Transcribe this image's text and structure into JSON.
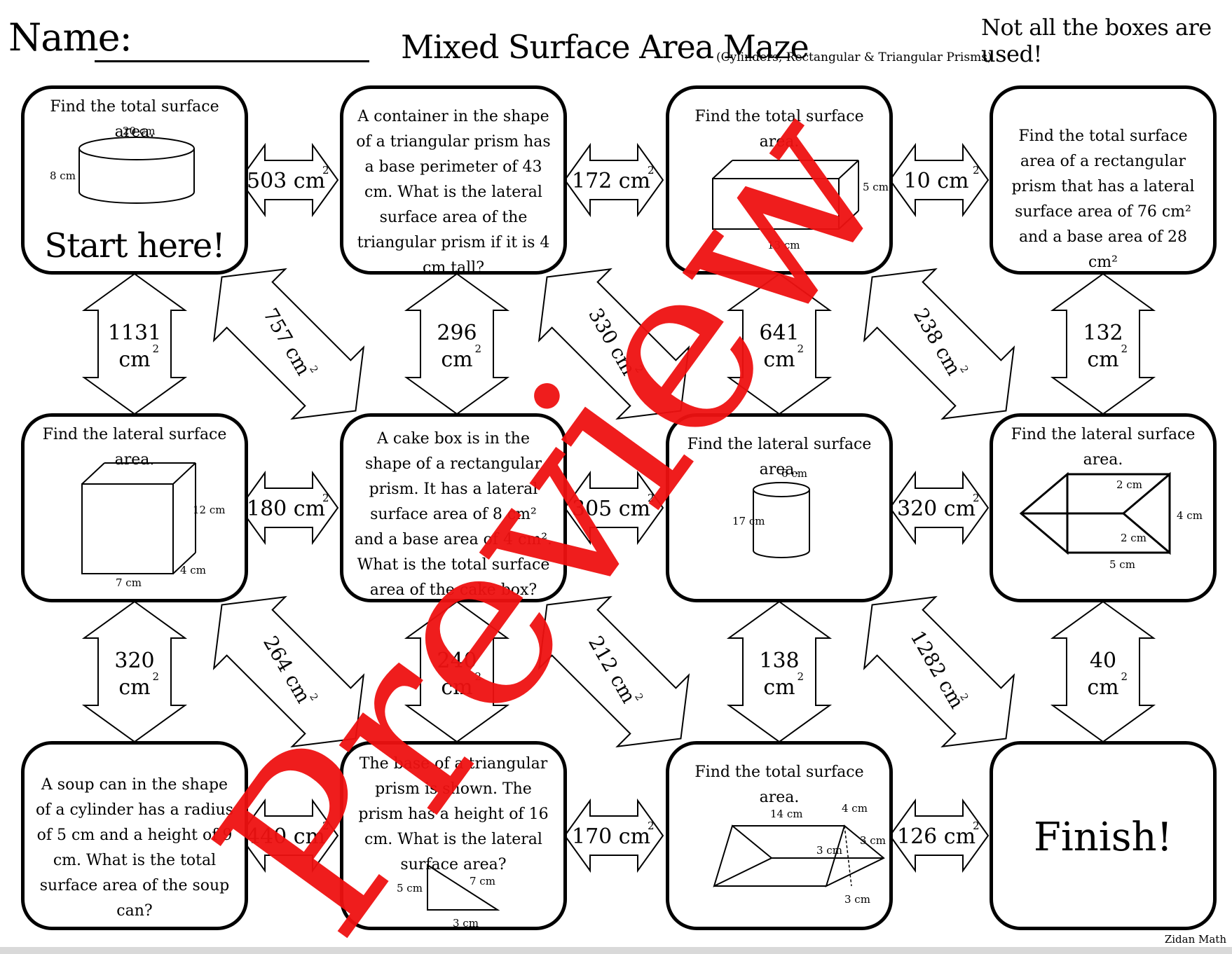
{
  "header": {
    "name_label": "Name:",
    "title": "Mixed Surface Area Maze",
    "subtitle": "(Cylinders, Rectangular & Triangular Prisms)",
    "note": "Not all the boxes are used!"
  },
  "credit": "Zidan Math",
  "watermark": "Preview",
  "unit": "cm",
  "sq": "2",
  "boxes": {
    "r0c0": {
      "text": "Find the total surface area.",
      "start": "Start here!",
      "dims": [
        "20 cm",
        "8 cm"
      ]
    },
    "r0c1": {
      "text": "A container in the shape of a triangular prism has a base perimeter of 43 cm. What is the lateral surface area of the triangular prism if it is 4 cm tall?"
    },
    "r0c2": {
      "text": "Find the total surface area.",
      "dims": [
        "5 cm",
        "13 cm"
      ]
    },
    "r0c3": {
      "text": "Find the total surface area of a rectangular prism that has a lateral surface area of 76 cm² and a base area of 28 cm²"
    },
    "r1c0": {
      "text": "Find the lateral surface area.",
      "dims": [
        "12 cm",
        "4 cm",
        "7 cm"
      ]
    },
    "r1c1": {
      "text": "A cake box is in the shape of a rectangular prism. It has a lateral surface area of 8 cm² and a base area of 4 cm². What is the total surface area of the cake box?"
    },
    "r1c2": {
      "text": "Find the lateral surface area.",
      "dims": [
        "6 cm",
        "17 cm"
      ]
    },
    "r1c3": {
      "text": "Find the lateral surface area.",
      "dims": [
        "2 cm",
        "4 cm",
        "2 cm",
        "5 cm"
      ]
    },
    "r2c0": {
      "text": "A soup can in the shape of a cylinder has a radius of 5 cm and a height of 9 cm. What is the total surface area of the soup can?"
    },
    "r2c1": {
      "text": "The base of a triangular prism is shown. The prism has a height of 16 cm. What is the lateral surface area?",
      "dims": [
        "5 cm",
        "7 cm",
        "3 cm"
      ]
    },
    "r2c2": {
      "text": "Find the total surface area.",
      "dims": [
        "14 cm",
        "4 cm",
        "3 cm",
        "3 cm",
        "3 cm"
      ]
    },
    "r2c3": {
      "finish": "Finish!"
    }
  },
  "arrows": {
    "h": [
      "503",
      "172",
      "10",
      "180",
      "305",
      "320",
      "440",
      "170",
      "126"
    ],
    "v": [
      "1131",
      "296",
      "641",
      "132",
      "320",
      "240",
      "138",
      "40"
    ],
    "d": [
      "757",
      "330",
      "238",
      "264",
      "212",
      "1282"
    ]
  }
}
